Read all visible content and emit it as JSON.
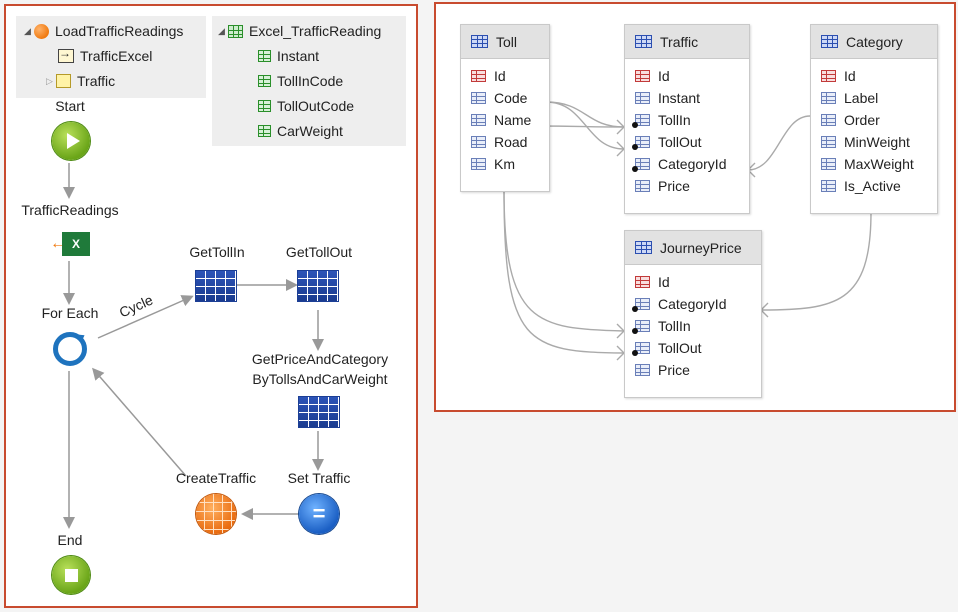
{
  "action_tree": {
    "action_name": "LoadTrafficReadings",
    "input_name": "TrafficExcel",
    "local_name": "Traffic"
  },
  "structure_tree": {
    "name": "Excel_TrafficReading",
    "fields": [
      "Instant",
      "TollInCode",
      "TollOutCode",
      "CarWeight"
    ]
  },
  "flow": {
    "start": "Start",
    "excel": "TrafficReadings",
    "excel_glyph": "X",
    "foreach": "For Each",
    "cycle": "Cycle",
    "get_toll_in": "GetTollIn",
    "get_toll_out": "GetTollOut",
    "get_price_line1": "GetPriceAndCategory",
    "get_price_line2": "ByTollsAndCarWeight",
    "set_traffic": "Set Traffic",
    "assign_glyph": "=",
    "create_traffic": "CreateTraffic",
    "end": "End"
  },
  "entities": [
    {
      "name": "Toll",
      "attributes": [
        {
          "label": "Id",
          "kind": "id"
        },
        {
          "label": "Code",
          "kind": "plain"
        },
        {
          "label": "Name",
          "kind": "plain"
        },
        {
          "label": "Road",
          "kind": "plain"
        },
        {
          "label": "Km",
          "kind": "plain"
        }
      ]
    },
    {
      "name": "Traffic",
      "attributes": [
        {
          "label": "Id",
          "kind": "id"
        },
        {
          "label": "Instant",
          "kind": "plain"
        },
        {
          "label": "TollIn",
          "kind": "ref"
        },
        {
          "label": "TollOut",
          "kind": "ref"
        },
        {
          "label": "CategoryId",
          "kind": "ref"
        },
        {
          "label": "Price",
          "kind": "plain"
        }
      ]
    },
    {
      "name": "Category",
      "attributes": [
        {
          "label": "Id",
          "kind": "id"
        },
        {
          "label": "Label",
          "kind": "plain"
        },
        {
          "label": "Order",
          "kind": "plain"
        },
        {
          "label": "MinWeight",
          "kind": "plain"
        },
        {
          "label": "MaxWeight",
          "kind": "plain"
        },
        {
          "label": "Is_Active",
          "kind": "plain"
        }
      ]
    },
    {
      "name": "JourneyPrice",
      "attributes": [
        {
          "label": "Id",
          "kind": "id"
        },
        {
          "label": "CategoryId",
          "kind": "ref"
        },
        {
          "label": "TollIn",
          "kind": "ref"
        },
        {
          "label": "TollOut",
          "kind": "ref"
        },
        {
          "label": "Price",
          "kind": "plain"
        }
      ]
    }
  ],
  "colors": {
    "panel_border": "#c84b2f",
    "connector": "#999999",
    "relation_line": "#aaaaaa"
  }
}
